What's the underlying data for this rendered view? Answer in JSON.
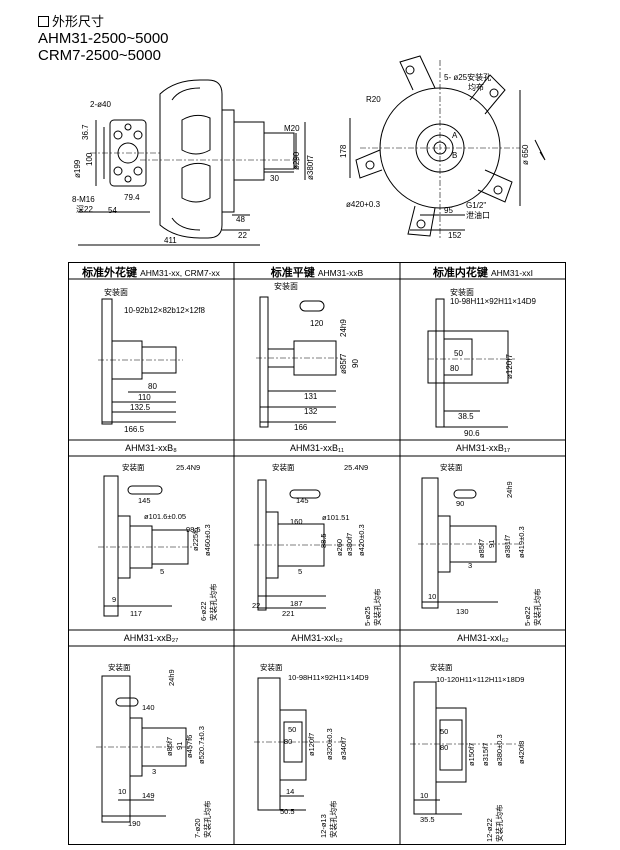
{
  "header": {
    "title": "外形尺寸",
    "model1": "AHM31-2500~5000",
    "model2": "CRM7-2500~5000"
  },
  "top": {
    "d40": "2-ø40",
    "d36_7": "36.7",
    "d100": "100",
    "d199": "ø199",
    "m16": "8-M16",
    "sq22": "深22",
    "d54": "54",
    "d79_4": "79.4",
    "m20": "M20",
    "d290": "ø290",
    "d380f7": "ø380f7",
    "d30": "30",
    "d48": "48",
    "d22": "22",
    "d411": "411",
    "mounting": "5- ø25安装孔",
    "uniform": "均布",
    "r20": "R20",
    "d178": "178",
    "d650": "ø 650",
    "d420": "ø420+0.3",
    "d95": "95",
    "g12": "G1/2\"",
    "drain": "泄油口",
    "d152": "152",
    "pa": "A",
    "pb": "B"
  },
  "columns": [
    {
      "title": "标准外花键",
      "sub": "AHM31-xx, CRM7-xx"
    },
    {
      "title": "标准平键",
      "sub": "AHM31-xxB"
    },
    {
      "title": "标准内花键",
      "sub": "AHM31-xxI"
    }
  ],
  "cells": {
    "c1": {
      "label": "安装面",
      "spline": "10-92b12×82b12×12f8",
      "d80": "80",
      "d110": "110",
      "d132_5": "132.5",
      "d166_5": "166.5"
    },
    "c2": {
      "label": "安装面",
      "d120": "120",
      "d24h9": "24h9",
      "d85": "ø85f7",
      "d90": "90",
      "d131": "131",
      "d132": "132",
      "d166": "166"
    },
    "c3": {
      "label": "安装面",
      "spline": "10-98H11×92H11×14D9",
      "d50": "50",
      "d80": "80",
      "d120": "ø120f7",
      "d38_5": "38.5",
      "d90_5": "90.6"
    },
    "c4": {
      "label": "安装面",
      "key": "25.4N9",
      "d145": "145",
      "d101": "ø101.6±0.05",
      "d98_5": "98.5",
      "d225": "ø225f6",
      "d460": "ø460±0.3",
      "d5": "5",
      "d9": "9",
      "d117": "117",
      "holes": "6-ø22",
      "holes2": "安装孔均布"
    },
    "c5": {
      "label": "安装面",
      "key": "25.4N9",
      "d145": "145",
      "d160": "160",
      "d101": "ø101.51",
      "d88_5": "88.5",
      "d260": "ø260",
      "d380": "ø380f7",
      "d420": "ø420±0.3",
      "d5": "5",
      "d22": "22",
      "d187": "187",
      "d221": "221",
      "holes": "5-ø25",
      "holes2": "安装孔均布"
    },
    "c6": {
      "label": "安装面",
      "d24h9": "24h9",
      "d90": "90",
      "d85": "ø85f7",
      "d91": "91",
      "d381": "ø381f7",
      "d419": "ø419±0.3",
      "d3": "3",
      "d10": "10",
      "d130": "130",
      "holes": "5-ø22",
      "holes2": "安装孔均布"
    },
    "c7": {
      "label": "安装面",
      "d24h9": "24h9",
      "d140": "140",
      "d85": "ø85f7",
      "d91": "91",
      "d457": "ø457f6",
      "d520": "ø520.7±0.3",
      "d3": "3",
      "d10": "10",
      "d149": "149",
      "d190": "190",
      "holes": "7-ø20",
      "holes2": "安装孔均布"
    },
    "c8": {
      "label": "安装面",
      "spline": "10-98H11×92H11×14D9",
      "d50": "50",
      "d80": "80",
      "d120": "ø120f7",
      "d320": "ø320±0.3",
      "d340": "ø340f7",
      "d14": "14",
      "d50_5": "50.5",
      "holes": "12-ø13",
      "holes2": "安装孔均布"
    },
    "c9": {
      "label": "安装面",
      "spline": "10-120H11×112H11×18D9",
      "d50": "50",
      "d80": "80",
      "d150": "ø150f7",
      "d315": "ø315f7",
      "d380": "ø380±0.3",
      "d420": "ø420f8",
      "d10": "10",
      "d35_5": "35.5",
      "holes": "12-ø22",
      "holes2": "安装孔均布"
    }
  },
  "captions": {
    "r1c1": "AHM31-xxB₈",
    "r1c2": "AHM31-xxB₁₁",
    "r1c3": "AHM31-xxB₁₇",
    "r2c1": "AHM31-xxB₂₇",
    "r2c2": "AHM31-xxI₅₂",
    "r2c3": "AHM31-xxI₆₂"
  }
}
